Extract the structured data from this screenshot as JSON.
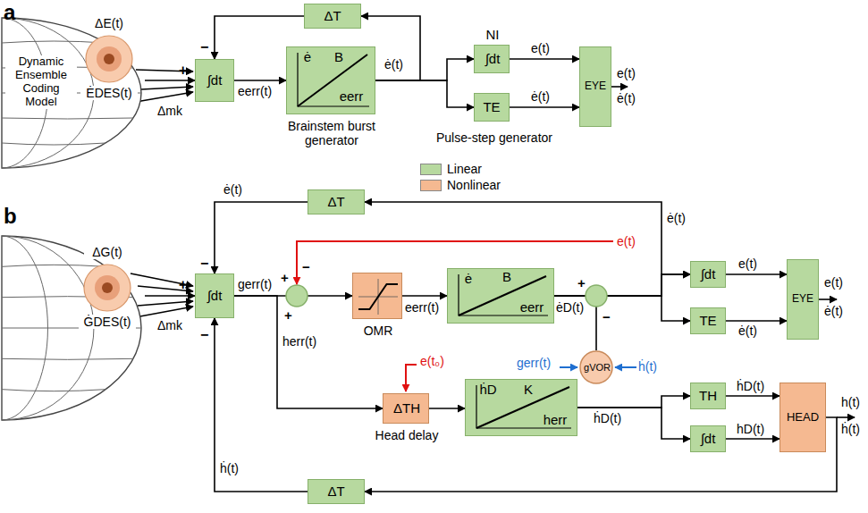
{
  "diagram": {
    "nodes": [
      {
        "text": [
          "Dynamic Ensemble Coding Model",
          "ΔE(t)",
          "ĖDES(t)"
        ]
      },
      {
        "text": [
          "∫dt"
        ]
      },
      {
        "text": [
          "ė",
          "B",
          "eerr",
          "Brainstem burst generator"
        ]
      },
      {
        "text": [
          "ΔT"
        ]
      },
      {
        "text": [
          "NI",
          "∫dt"
        ]
      },
      {
        "text": [
          "TE"
        ]
      },
      {
        "text": [
          "EYE"
        ]
      },
      {
        "text": [
          "ΔG(t)",
          "ĠDES(t)"
        ]
      },
      {
        "text": [
          "∫dt"
        ]
      },
      {
        "text": [
          "OMR"
        ]
      },
      {
        "text": [
          "ė",
          "B",
          "eerr"
        ]
      },
      {
        "text": [
          "ΔT"
        ]
      },
      {
        "text": [
          "∫dt"
        ]
      },
      {
        "text": [
          "TE"
        ]
      },
      {
        "text": [
          "EYE"
        ]
      },
      {
        "text": [
          "ΔTH",
          "Head delay"
        ]
      },
      {
        "text": [
          "ḣD",
          "K",
          "herr"
        ]
      },
      {
        "text": [
          "gVOR"
        ]
      },
      {
        "text": [
          "TH"
        ]
      },
      {
        "text": [
          "∫dt"
        ]
      },
      {
        "text": [
          "HEAD"
        ]
      },
      {
        "text": [
          "ΔT"
        ]
      }
    ],
    "edges": [
      {
        "from": 0,
        "to": 1,
        "arrow": "to"
      },
      {
        "from": 1,
        "to": 2,
        "label": "eerr(t)",
        "arrow": "to"
      },
      {
        "from": 2,
        "to": 3,
        "label": "ė(t)",
        "arrow": "to"
      },
      {
        "from": 3,
        "to": 1,
        "arrow": "to"
      },
      {
        "from": 2,
        "to": 4,
        "arrow": "to"
      },
      {
        "from": 2,
        "to": 5,
        "arrow": "to"
      },
      {
        "from": 4,
        "to": 6,
        "label": "e(t)",
        "arrow": "to"
      },
      {
        "from": 5,
        "to": 6,
        "label": "ė(t)",
        "arrow": "to"
      },
      {
        "from": 7,
        "to": 8,
        "arrow": "to"
      },
      {
        "from": 8,
        "to": 9,
        "label": "gerr(t)",
        "arrow": "to"
      },
      {
        "from": 8,
        "to": 15,
        "label": "herr(t)",
        "arrow": "to"
      },
      {
        "from": 9,
        "to": 10,
        "label": "eerr(t)",
        "arrow": "to"
      },
      {
        "from": 10,
        "to": 12,
        "label": "ėD(t)",
        "arrow": "to"
      },
      {
        "from": 10,
        "to": 13,
        "arrow": "to"
      },
      {
        "from": 10,
        "to": 11,
        "label": "ė(t)",
        "arrow": "to"
      },
      {
        "from": 11,
        "to": 8,
        "label": "ė(t)",
        "arrow": "to"
      },
      {
        "from": 12,
        "to": 14,
        "label": "e(t)",
        "arrow": "to"
      },
      {
        "from": 13,
        "to": 14,
        "label": "ė(t)",
        "arrow": "to"
      },
      {
        "from": 17,
        "to": 12,
        "arrow": "to"
      },
      {
        "from": 15,
        "to": 16,
        "arrow": "to"
      },
      {
        "from": 16,
        "to": 18,
        "label": "ḣD(t)",
        "arrow": "to"
      },
      {
        "from": 16,
        "to": 19,
        "arrow": "to"
      },
      {
        "from": 18,
        "to": 20,
        "label": "ḣD(t)",
        "arrow": "to"
      },
      {
        "from": 19,
        "to": 20,
        "label": "hD(t)",
        "arrow": "to"
      },
      {
        "from": 20,
        "to": 21,
        "arrow": "to"
      },
      {
        "from": 21,
        "to": 8,
        "label": "ḣ(t)",
        "arrow": "to"
      }
    ],
    "labels": [
      "a",
      "b",
      "+",
      "−",
      "Δmk",
      "Pulse-step generator",
      "e(t)",
      "ė(t)",
      "+",
      "−",
      "−",
      "Δmk",
      "+",
      "−",
      "+",
      "e(t)",
      "e(t₀)",
      "gerr(t)",
      "ḣ(t)",
      "+",
      "−",
      "e(t)",
      "ė(t)",
      "h(t)",
      "ḣ(t)"
    ],
    "legend": [
      {
        "text": "Linear",
        "color": "#b7d99f"
      },
      {
        "text": "Nonlinear",
        "color": "#f5b991"
      }
    ]
  }
}
